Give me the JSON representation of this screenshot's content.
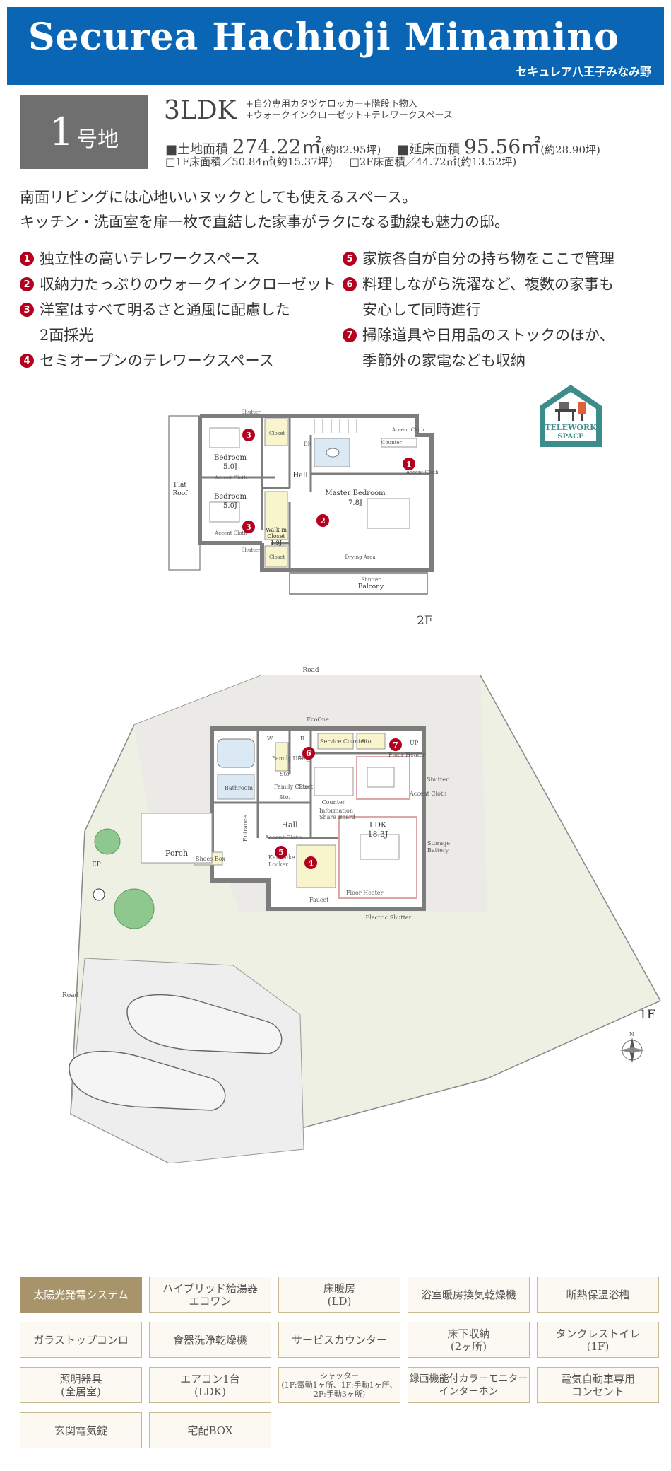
{
  "header": {
    "title": "Securea Hachioji  Minamino",
    "subtitle": "セキュレア八王子みなみ野"
  },
  "lot": {
    "number": "1",
    "unit": "号地"
  },
  "plan": {
    "type": "3LDK",
    "options_line1": "+自分専用カタヅケロッカー+階段下物入",
    "options_line2": "+ウォークインクローゼット+テレワークスペース",
    "land_label": "■土地面積",
    "land_value": "274.22㎡",
    "land_tsubo": "(約82.95坪)",
    "floor_label": "■延床面積",
    "floor_value": "95.56㎡",
    "floor_tsubo": "(約28.90坪)",
    "f1_area": "□1F床面積／50.84㎡(約15.37坪)",
    "f2_area": "□2F床面積／44.72㎡(約13.52坪)"
  },
  "description": {
    "line1": "南面リビングには心地いいヌックとしても使えるスペース。",
    "line2": "キッチン・洗面室を扉一枚で直結した家事がラクになる動線も魅力の邸。"
  },
  "features_left": [
    {
      "num": "1",
      "text": "独立性の高いテレワークスペース"
    },
    {
      "num": "2",
      "text": "収納力たっぷりのウォークインクローゼット"
    },
    {
      "num": "3",
      "text": "洋室はすべて明るさと通風に配慮した",
      "text2": "2面採光"
    },
    {
      "num": "4",
      "text": "セミオープンのテレワークスペース"
    }
  ],
  "features_right": [
    {
      "num": "5",
      "text": "家族各自が自分の持ち物をここで管理"
    },
    {
      "num": "6",
      "text": "料理しながら洗濯など、複数の家事も",
      "text2": "安心して同時進行"
    },
    {
      "num": "7",
      "text": "掃除道具や日用品のストックのほか、",
      "text2": "季節外の家電なども収納"
    }
  ],
  "telework": {
    "line1": "TELEWORK",
    "line2": "SPACE"
  },
  "floor2": {
    "label": "2F",
    "shutter1": "Shutter",
    "shutter2": "Shutter",
    "shutter3": "Shutter",
    "accent_cloth_top": "Accent Cloth",
    "dn": "DN",
    "closet1": "Closet",
    "closet2": "Closet",
    "bedroom1": "Bedroom",
    "bedroom1_size": "5.0J",
    "bedroom2": "Bedroom",
    "bedroom2_size": "5.0J",
    "accent_cloth1": "Accent Cloth",
    "accent_cloth2": "Accent Cloth",
    "accent_cloth3": "Accent Cloth",
    "flat_roof1": "Flat",
    "flat_roof2": "Roof",
    "hall": "Hall",
    "counter": "Counter",
    "master": "Master Bedroom",
    "master_size": "7.8J",
    "wic1": "Walk-in",
    "wic2": "Closet",
    "wic_size": "1.9J",
    "drying": "Drying Area",
    "balcony": "Balcony"
  },
  "floor1": {
    "label": "1F",
    "road_top": "Road",
    "road_left": "Road",
    "ecoone": "EcoOne",
    "w": "W",
    "r": "R",
    "family_utility": "Family Utility",
    "sto1": "Sto.",
    "sto2": "Sto.",
    "sto3": "Sto.",
    "sto4": "Sto.",
    "sto5": "Sto.",
    "service_counter": "Service Counter",
    "bathroom": "Bathroom",
    "family_closet": "Family Closet",
    "floor_heater1": "Floor Heater",
    "floor_heater2": "Floor Heater",
    "counter": "Counter",
    "info_board1": "Information",
    "info_board2": "Share Board",
    "accent_cloth1": "Accent Cloth",
    "accent_cloth2": "Accent Cloth",
    "up": "UP",
    "ldk": "LDK",
    "ldk_size": "18.3J",
    "hall": "Hall",
    "entrance": "Entrance",
    "porch": "Porch",
    "shoes_box": "Shoes Box",
    "locker1": "Katazuke",
    "locker2": "Locker",
    "storage_battery1": "Storage",
    "storage_battery2": "Battery",
    "ep": "EP",
    "faucet": "Faucet",
    "electric_shutter": "Electric Shutter",
    "shutter": "Shutter",
    "north": "N"
  },
  "equipment": [
    {
      "label": "太陽光発電システム",
      "highlight": true
    },
    {
      "label": "ハイブリッド給湯器\nエコワン"
    },
    {
      "label": "床暖房\n(LD)"
    },
    {
      "label": "浴室暖房換気乾燥機"
    },
    {
      "label": "断熱保温浴槽"
    },
    {
      "label": "ガラストップコンロ"
    },
    {
      "label": "食器洗浄乾燥機"
    },
    {
      "label": "サービスカウンター"
    },
    {
      "label": "床下収納\n(2ヶ所)"
    },
    {
      "label": "タンクレストイレ\n(1F)"
    },
    {
      "label": "照明器具\n(全居室)"
    },
    {
      "label": "エアコン1台\n(LDK)"
    },
    {
      "label": "シャッター\n(1F:電動1ヶ所、1F:手動1ヶ所、\n2F:手動3ヶ所)",
      "small": true
    },
    {
      "label": "録画機能付カラーモニター\nインターホン"
    },
    {
      "label": "電気自動車専用\nコンセント"
    },
    {
      "label": "玄関電気錠"
    },
    {
      "label": "宅配BOX"
    }
  ],
  "colors": {
    "header_blue": "#0a66b5",
    "badge_gray": "#6f6f6f",
    "marker_red": "#b3001e",
    "highlight_gold": "#a8946a",
    "telework_teal": "#3c8c8c"
  }
}
